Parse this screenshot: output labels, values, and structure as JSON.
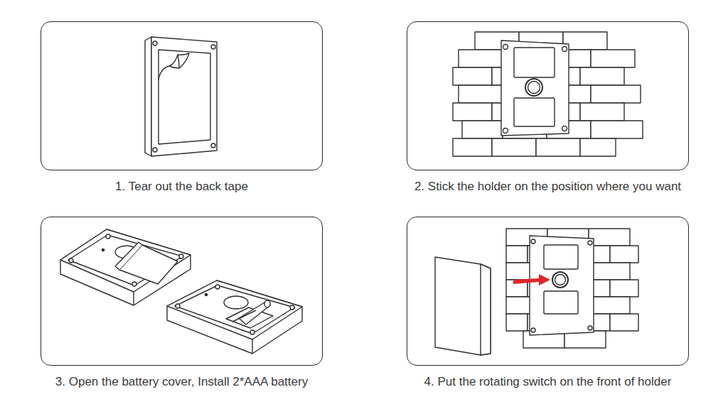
{
  "diagram": {
    "nodes": [
      {
        "text": [
          "1. Tear out the back tape"
        ]
      },
      {
        "text": [
          "2. Stick the holder on the position where you want"
        ]
      },
      {
        "text": [
          "3. Open the battery cover, Install 2*AAA battery"
        ]
      },
      {
        "text": [
          "4. Put the rotating switch on the front of holder"
        ]
      }
    ]
  }
}
